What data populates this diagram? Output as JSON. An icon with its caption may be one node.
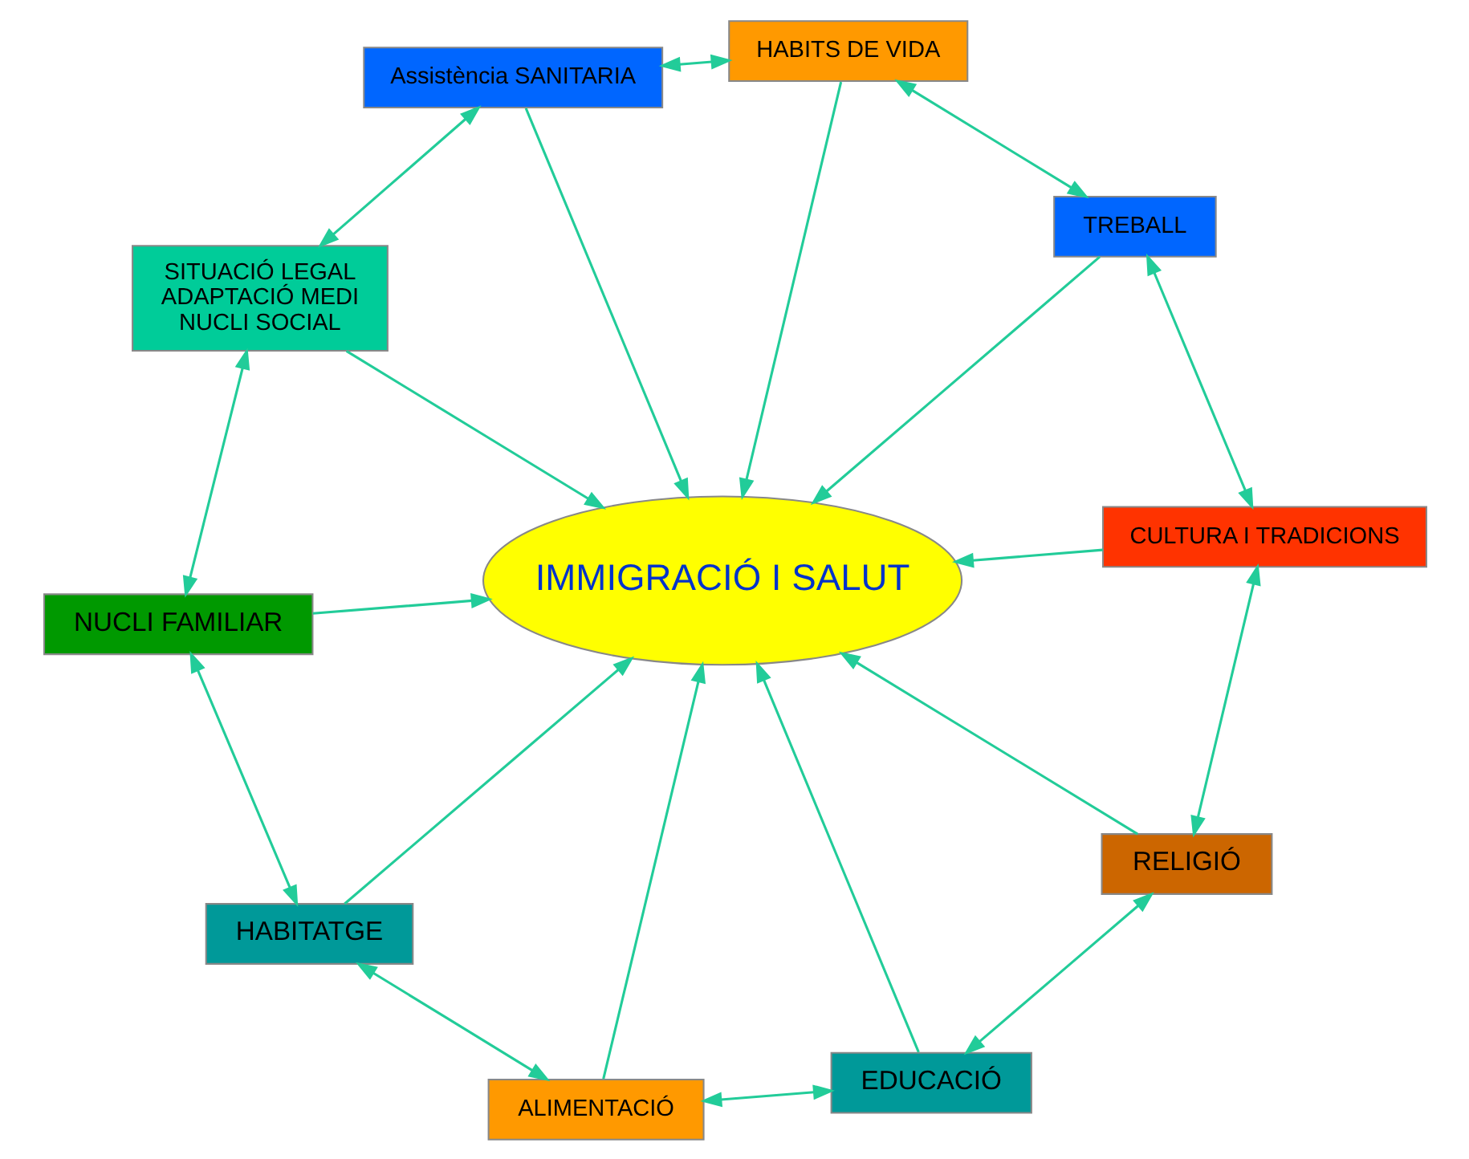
{
  "diagram": {
    "nodes": [
      {
        "text": [
          "IMMIGRACIÓ I SALUT"
        ]
      },
      {
        "text": [
          "Assistència SANITARIA"
        ]
      },
      {
        "text": [
          "SITUACIÓ LEGAL",
          "ADAPTACIÓ MEDI",
          "NUCLI SOCIAL"
        ]
      },
      {
        "text": [
          "HABITS DE VIDA"
        ]
      },
      {
        "text": [
          "NUCLI FAMILIAR"
        ]
      },
      {
        "text": [
          "TREBALL"
        ]
      },
      {
        "text": [
          "HABITATGE"
        ]
      },
      {
        "text": [
          "CULTURA I TRADICIONS"
        ]
      },
      {
        "text": [
          "ALIMENTACIÓ"
        ]
      },
      {
        "text": [
          "RELIGIÓ"
        ]
      },
      {
        "text": [
          "EDUCACIÓ"
        ]
      }
    ],
    "edges": [
      {
        "from": 1,
        "to": 0,
        "arrow": "to"
      },
      {
        "from": 2,
        "to": 0,
        "arrow": "to"
      },
      {
        "from": 3,
        "to": 0,
        "arrow": "to"
      },
      {
        "from": 4,
        "to": 0,
        "arrow": "to"
      },
      {
        "from": 5,
        "to": 0,
        "arrow": "to"
      },
      {
        "from": 6,
        "to": 0,
        "arrow": "to"
      },
      {
        "from": 7,
        "to": 0,
        "arrow": "to"
      },
      {
        "from": 8,
        "to": 0,
        "arrow": "to"
      },
      {
        "from": 9,
        "to": 0,
        "arrow": "to"
      },
      {
        "from": 10,
        "to": 0,
        "arrow": "to"
      },
      {
        "from": 1,
        "to": 2,
        "arrow": "both"
      },
      {
        "from": 2,
        "to": 4,
        "arrow": "both"
      },
      {
        "from": 4,
        "to": 6,
        "arrow": "both"
      },
      {
        "from": 6,
        "to": 8,
        "arrow": "both"
      },
      {
        "from": 8,
        "to": 10,
        "arrow": "both"
      },
      {
        "from": 9,
        "to": 10,
        "arrow": "both"
      },
      {
        "from": 7,
        "to": 9,
        "arrow": "both"
      },
      {
        "from": 5,
        "to": 7,
        "arrow": "both"
      },
      {
        "from": 3,
        "to": 5,
        "arrow": "both"
      },
      {
        "from": 1,
        "to": 3,
        "arrow": "both"
      }
    ]
  }
}
